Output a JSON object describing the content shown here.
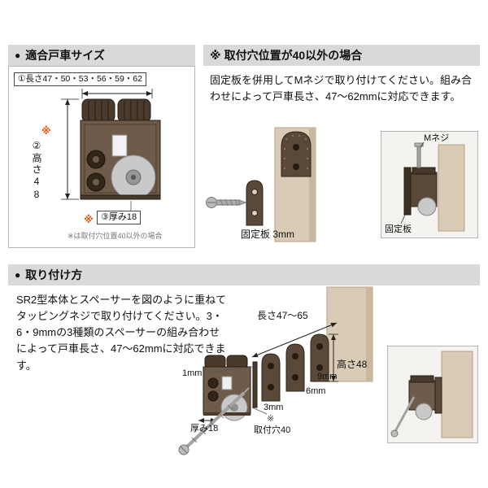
{
  "colors": {
    "header_bg": "#d9d9d9",
    "accent_asterisk": "#e8530e",
    "roller_brown": "#6e5b49",
    "roller_dark": "#4a3a2c",
    "wood_tan": "#d9cbb5",
    "wheel_gray": "#c9c9c9"
  },
  "size_panel": {
    "bullet": "●",
    "title": "適合戸車サイズ",
    "length_label": "①長さ47・50・53・56・59・62",
    "height_asterisk": "※",
    "height_label": "②高さ48",
    "thickness_asterisk": "※",
    "thickness_label": "③厚み18",
    "note": "※は取付穴位置40以外の場合"
  },
  "hole_panel": {
    "bullet": "※",
    "title": "取付穴位置が40以外の場合",
    "body": "固定板を併用してMネジで取り付けてください。組み合わせによって戸車長さ、47〜62mmに対応できます。",
    "plate_label": "固定板 3mm",
    "inset": {
      "screw_label": "Mネジ",
      "plate_label": "固定板"
    }
  },
  "install_panel": {
    "bullet": "●",
    "title": "取り付け方",
    "body": "SR2型本体とスペーサーを図のように重ねてタッピングネジで取り付けてください。3・6・9mmの3種類のスペーサーの組み合わせによって戸車長さ、47〜62mmに対応できます。",
    "labels": {
      "length": "長さ47〜65",
      "spacer_1mm": "1mm",
      "spacer_3mm": "3mm",
      "spacer_6mm": "6mm",
      "spacer_9mm": "9mm",
      "height": "高さ48",
      "hole_asterisk": "※",
      "hole": "取付穴40",
      "thickness": "厚み18"
    }
  }
}
